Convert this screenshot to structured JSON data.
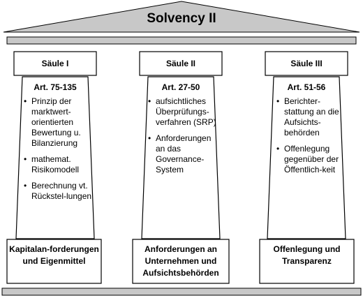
{
  "title": "Solvency II",
  "pillars": [
    {
      "name": "Säule I",
      "article": "Art. 75-135",
      "items": [
        "Prinzip der marktwert-orientierten Bewertung u. Bilanzierung",
        "mathemat. Risikomodell",
        "Berechnung vt. Rückstel-lungen"
      ],
      "base": "Kapitalan-forderungen und Eigenmittel"
    },
    {
      "name": "Säule II",
      "article": "Art. 27-50",
      "items": [
        "aufsichtliches Überprüfungs-verfahren (SRP)",
        "Anforderungen an das Governance-System"
      ],
      "base": "Anforderungen an Unternehmen und Aufsichtsbehörden"
    },
    {
      "name": "Säule III",
      "article": "Art. 51-56",
      "items": [
        "Berichter-stattung an die Aufsichts-behörden",
        "Offenlegung gegenüber der Öffentlich-keit"
      ],
      "base": "Offenlegung und Transparenz"
    }
  ],
  "colors": {
    "fill": "#c8c8c8",
    "stroke": "#000000"
  }
}
